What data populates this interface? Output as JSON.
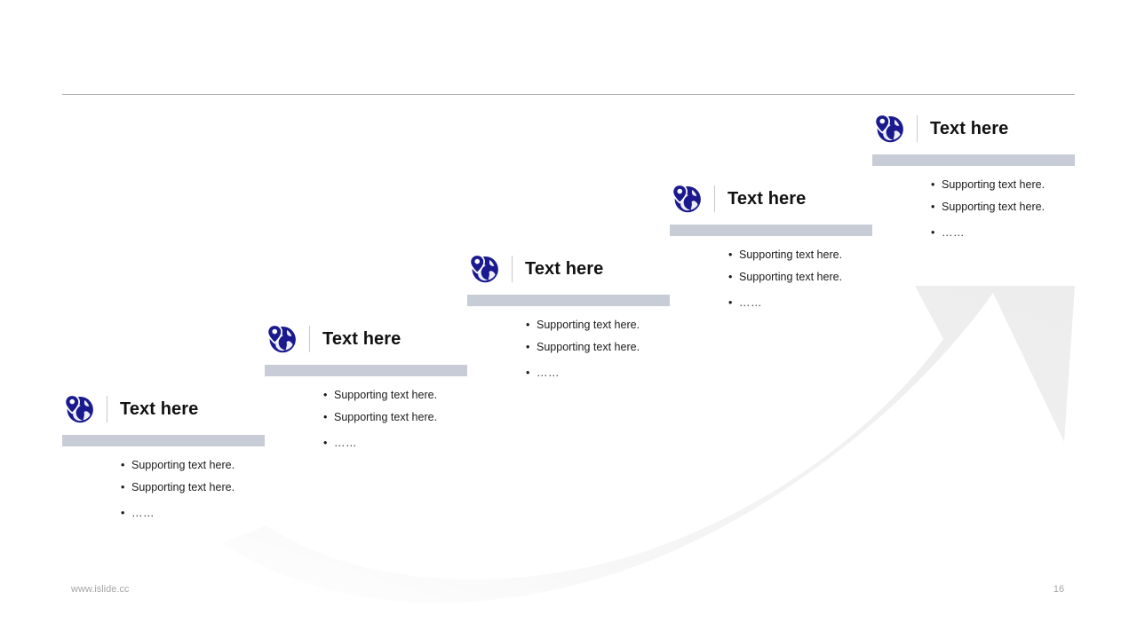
{
  "slide": {
    "footer_url": "www.islide.cc",
    "page_number": "16",
    "accent_bar_color": "#c7ccd6",
    "icon_color": "#1a1a8e",
    "rule_color": "#b0b0b0",
    "arrow_color": "#f2f2f2",
    "background_color": "#ffffff"
  },
  "icons": {
    "globe_pin": "globe-location-pin-icon"
  },
  "steps": [
    {
      "id": "step-1",
      "title": "Text here",
      "icon": "globe-location-pin-icon",
      "bullets": [
        "Supporting  text here.",
        "Supporting  text here.",
        "……"
      ]
    },
    {
      "id": "step-2",
      "title": "Text here",
      "icon": "globe-location-pin-icon",
      "bullets": [
        "Supporting  text here.",
        "Supporting  text here.",
        "……"
      ]
    },
    {
      "id": "step-3",
      "title": "Text here",
      "icon": "globe-location-pin-icon",
      "bullets": [
        "Supporting  text here.",
        "Supporting  text here.",
        "……"
      ]
    },
    {
      "id": "step-4",
      "title": "Text here",
      "icon": "globe-location-pin-icon",
      "bullets": [
        "Supporting  text here.",
        "Supporting  text here.",
        "……"
      ]
    },
    {
      "id": "step-5",
      "title": "Text here",
      "icon": "globe-location-pin-icon",
      "bullets": [
        "Supporting  text here.",
        "Supporting  text here.",
        "……"
      ]
    }
  ]
}
